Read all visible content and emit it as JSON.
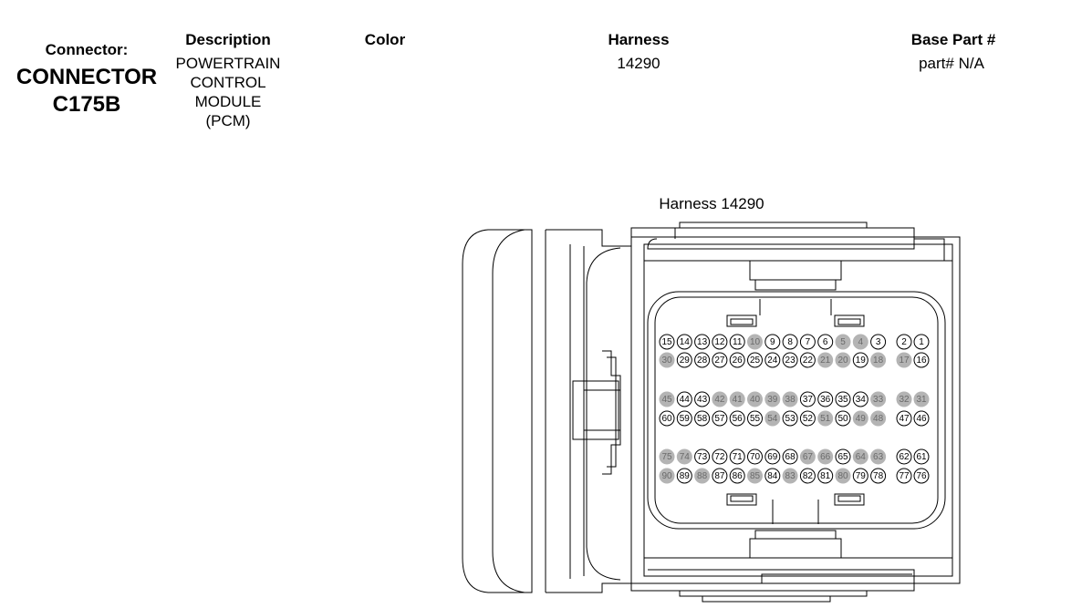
{
  "connector": {
    "label": "Connector:",
    "name_line1": "CONNECTOR",
    "name_line2": "C175B"
  },
  "columns": {
    "description": {
      "header": "Description",
      "lines": [
        "POWERTRAIN",
        "CONTROL",
        "MODULE",
        "(PCM)"
      ]
    },
    "color": {
      "header": "Color",
      "value": ""
    },
    "harness": {
      "header": "Harness",
      "value": "14290"
    },
    "base_part": {
      "header": "Base Part #",
      "value": "part# N/A"
    }
  },
  "diagram": {
    "label": "Harness  14290",
    "colors": {
      "line": "#000000",
      "pin_gray": "#b4b4b4",
      "pin_white": "#ffffff"
    },
    "pin_rows": [
      {
        "pins": [
          15,
          14,
          13,
          12,
          11,
          10,
          9,
          8,
          7,
          6,
          5,
          4,
          3
        ],
        "gray": [
          10,
          5,
          4
        ],
        "end_pins": [
          2,
          1
        ],
        "end_gray": []
      },
      {
        "pins": [
          30,
          29,
          28,
          27,
          26,
          25,
          24,
          23,
          22,
          21,
          20,
          19,
          18
        ],
        "gray": [
          30,
          21,
          20,
          18
        ],
        "end_pins": [
          17,
          16
        ],
        "end_gray": [
          17
        ]
      },
      {
        "pins": [
          45,
          44,
          43,
          42,
          41,
          40,
          39,
          38,
          37,
          36,
          35,
          34,
          33
        ],
        "gray": [
          45,
          42,
          41,
          40,
          39,
          38,
          33
        ],
        "end_pins": [
          32,
          31
        ],
        "end_gray": [
          32,
          31
        ]
      },
      {
        "pins": [
          60,
          59,
          58,
          57,
          56,
          55,
          54,
          53,
          52,
          51,
          50,
          49,
          48
        ],
        "gray": [
          54,
          51,
          49,
          48
        ],
        "end_pins": [
          47,
          46
        ],
        "end_gray": []
      },
      {
        "pins": [
          75,
          74,
          73,
          72,
          71,
          70,
          69,
          68,
          67,
          66,
          65,
          64,
          63
        ],
        "gray": [
          75,
          74,
          67,
          66,
          64,
          63
        ],
        "end_pins": [
          62,
          61
        ],
        "end_gray": []
      },
      {
        "pins": [
          90,
          89,
          88,
          87,
          86,
          85,
          84,
          83,
          82,
          81,
          80,
          79,
          78
        ],
        "gray": [
          90,
          88,
          85,
          83,
          80
        ],
        "end_pins": [
          77,
          76
        ],
        "end_gray": []
      }
    ]
  }
}
